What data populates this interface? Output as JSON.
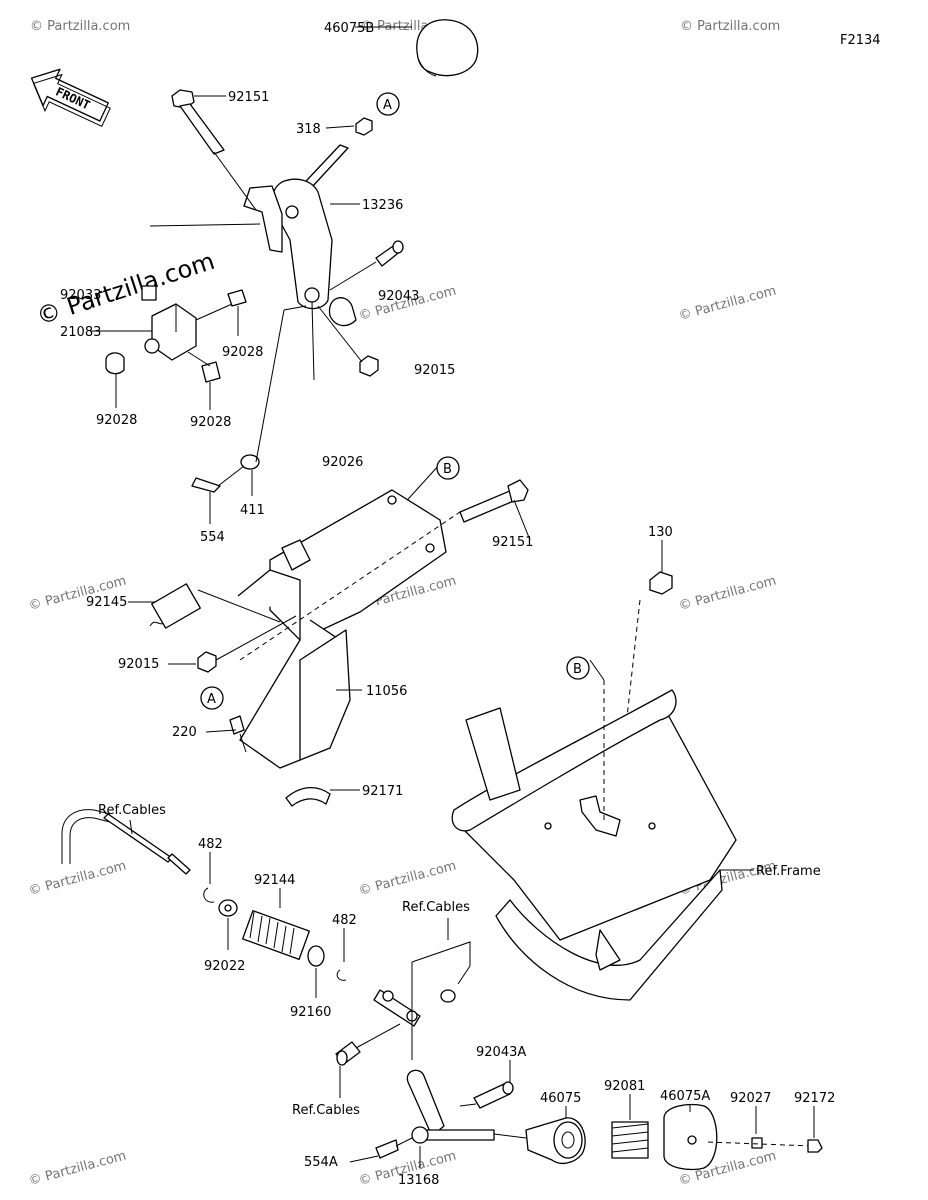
{
  "diagram_code": "F2134",
  "direction_label": "FRONT",
  "watermark_text": "© Partzilla.com",
  "watermark_main": "© Partzilla.com",
  "ref_labels": {
    "cables_top": "Ref.Cables",
    "cables_mid": "Ref.Cables",
    "cables_bottom": "Ref.Cables",
    "frame": "Ref.Frame"
  },
  "callouts": {
    "a1": "A",
    "a2": "A",
    "b1": "B",
    "b2": "B"
  },
  "parts": {
    "p46075B": "46075B",
    "p92151_top": "92151",
    "p318": "318",
    "p13236": "13236",
    "p92043": "92043",
    "p92033": "92033",
    "p21083": "21083",
    "p92028_a": "92028",
    "p92028_b": "92028",
    "p92028_c": "92028",
    "p92015_top": "92015",
    "p92026": "92026",
    "p554": "554",
    "p411": "411",
    "p92151_mid": "92151",
    "p130": "130",
    "p92145": "92145",
    "p92015_mid": "92015",
    "p11056": "11056",
    "p220": "220",
    "p92171": "92171",
    "p482_a": "482",
    "p92144": "92144",
    "p92022": "92022",
    "p482_b": "482",
    "p92160": "92160",
    "p92043A": "92043A",
    "p46075": "46075",
    "p92081": "92081",
    "p46075A": "46075A",
    "p92027": "92027",
    "p92172": "92172",
    "p554A": "554A",
    "p13168": "13168"
  }
}
